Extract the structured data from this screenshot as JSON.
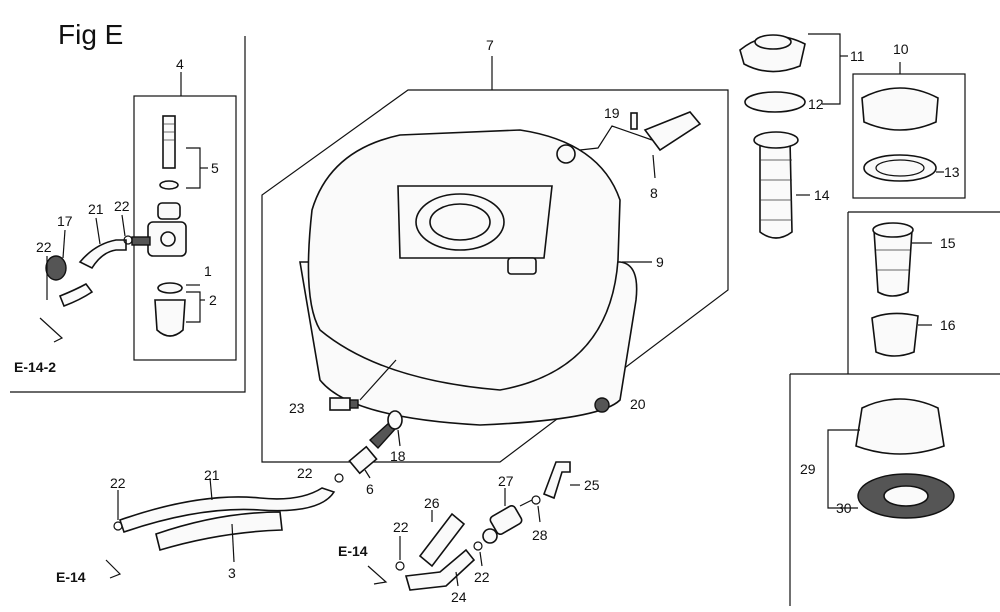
{
  "figure": {
    "title": "Fig E"
  },
  "reference_labels": {
    "left_panel": "E-14-2",
    "bottom_left": "E-14",
    "bottom_mid": "E-14"
  },
  "callouts": {
    "c1": "1",
    "c2": "2",
    "c3": "3",
    "c4": "4",
    "c5": "5",
    "c6": "6",
    "c7": "7",
    "c8": "8",
    "c9": "9",
    "c10": "10",
    "c11": "11",
    "c12": "12",
    "c13": "13",
    "c14": "14",
    "c15": "15",
    "c16": "16",
    "c17": "17",
    "c18": "18",
    "c19": "19",
    "c20": "20",
    "c21a": "21",
    "c21b": "21",
    "c22a": "22",
    "c22b": "22",
    "c22c": "22",
    "c22d": "22",
    "c22e": "22",
    "c22f": "22",
    "c23": "23",
    "c24": "24",
    "c25": "25",
    "c26": "26",
    "c27": "27",
    "c28": "28",
    "c29": "29",
    "c30": "30"
  }
}
